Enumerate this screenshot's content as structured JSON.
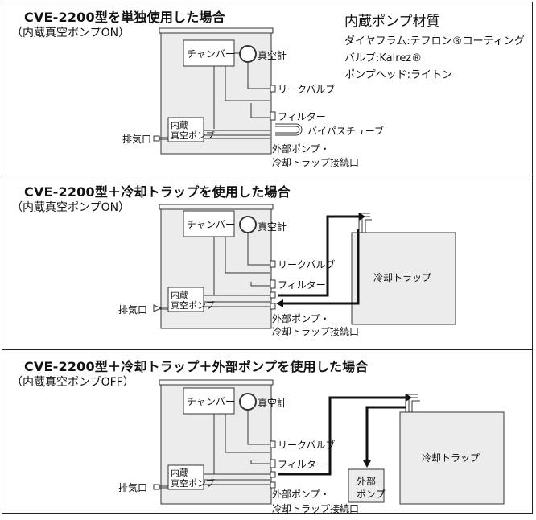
{
  "sections": [
    {
      "title": "CVE-2200型を単独使用した場合",
      "subtitle": "（内蔵真空ポンプON）",
      "labels": {
        "chamber": "チャンバー",
        "gauge": "真空計",
        "leak_valve": "リークバルブ",
        "filter": "フィルター",
        "pump_line1": "内蔵",
        "pump_line2": "真空ポンプ",
        "exhaust": "排気口",
        "bypass": "バイパスチューブ",
        "port_line1": "外部ポンプ・",
        "port_line2": "冷却トラップ接続口"
      }
    },
    {
      "title": "CVE-2200型＋冷却トラップを使用した場合",
      "subtitle": "（内蔵真空ポンプON）",
      "labels": {
        "chamber": "チャンバー",
        "gauge": "真空計",
        "leak_valve": "リークバルブ",
        "filter": "フィルター",
        "pump_line1": "内蔵",
        "pump_line2": "真空ポンプ",
        "exhaust": "排気口",
        "port_line1": "外部ポンプ・",
        "port_line2": "冷却トラップ接続口",
        "cold_trap": "冷却トラップ"
      }
    },
    {
      "title": "CVE-2200型＋冷却トラップ＋外部ポンプを使用した場合",
      "subtitle": "（内蔵真空ポンプOFF）",
      "labels": {
        "chamber": "チャンバー",
        "gauge": "真空計",
        "leak_valve": "リークバルブ",
        "filter": "フィルター",
        "pump_line1": "内蔵",
        "pump_line2": "真空ポンプ",
        "exhaust": "排気口",
        "port_line1": "外部ポンプ・",
        "port_line2": "冷却トラップ接続口",
        "cold_trap": "冷却トラップ",
        "ext_pump_line1": "外部",
        "ext_pump_line2": "ポンプ"
      }
    }
  ],
  "materials": {
    "title": "内蔵ポンプ材質",
    "diaphragm": "ダイヤフラム:テフロン®コーティング",
    "valve": "バルブ:Kalrez®",
    "pump_head": "ポンプヘッド:ライトン"
  }
}
